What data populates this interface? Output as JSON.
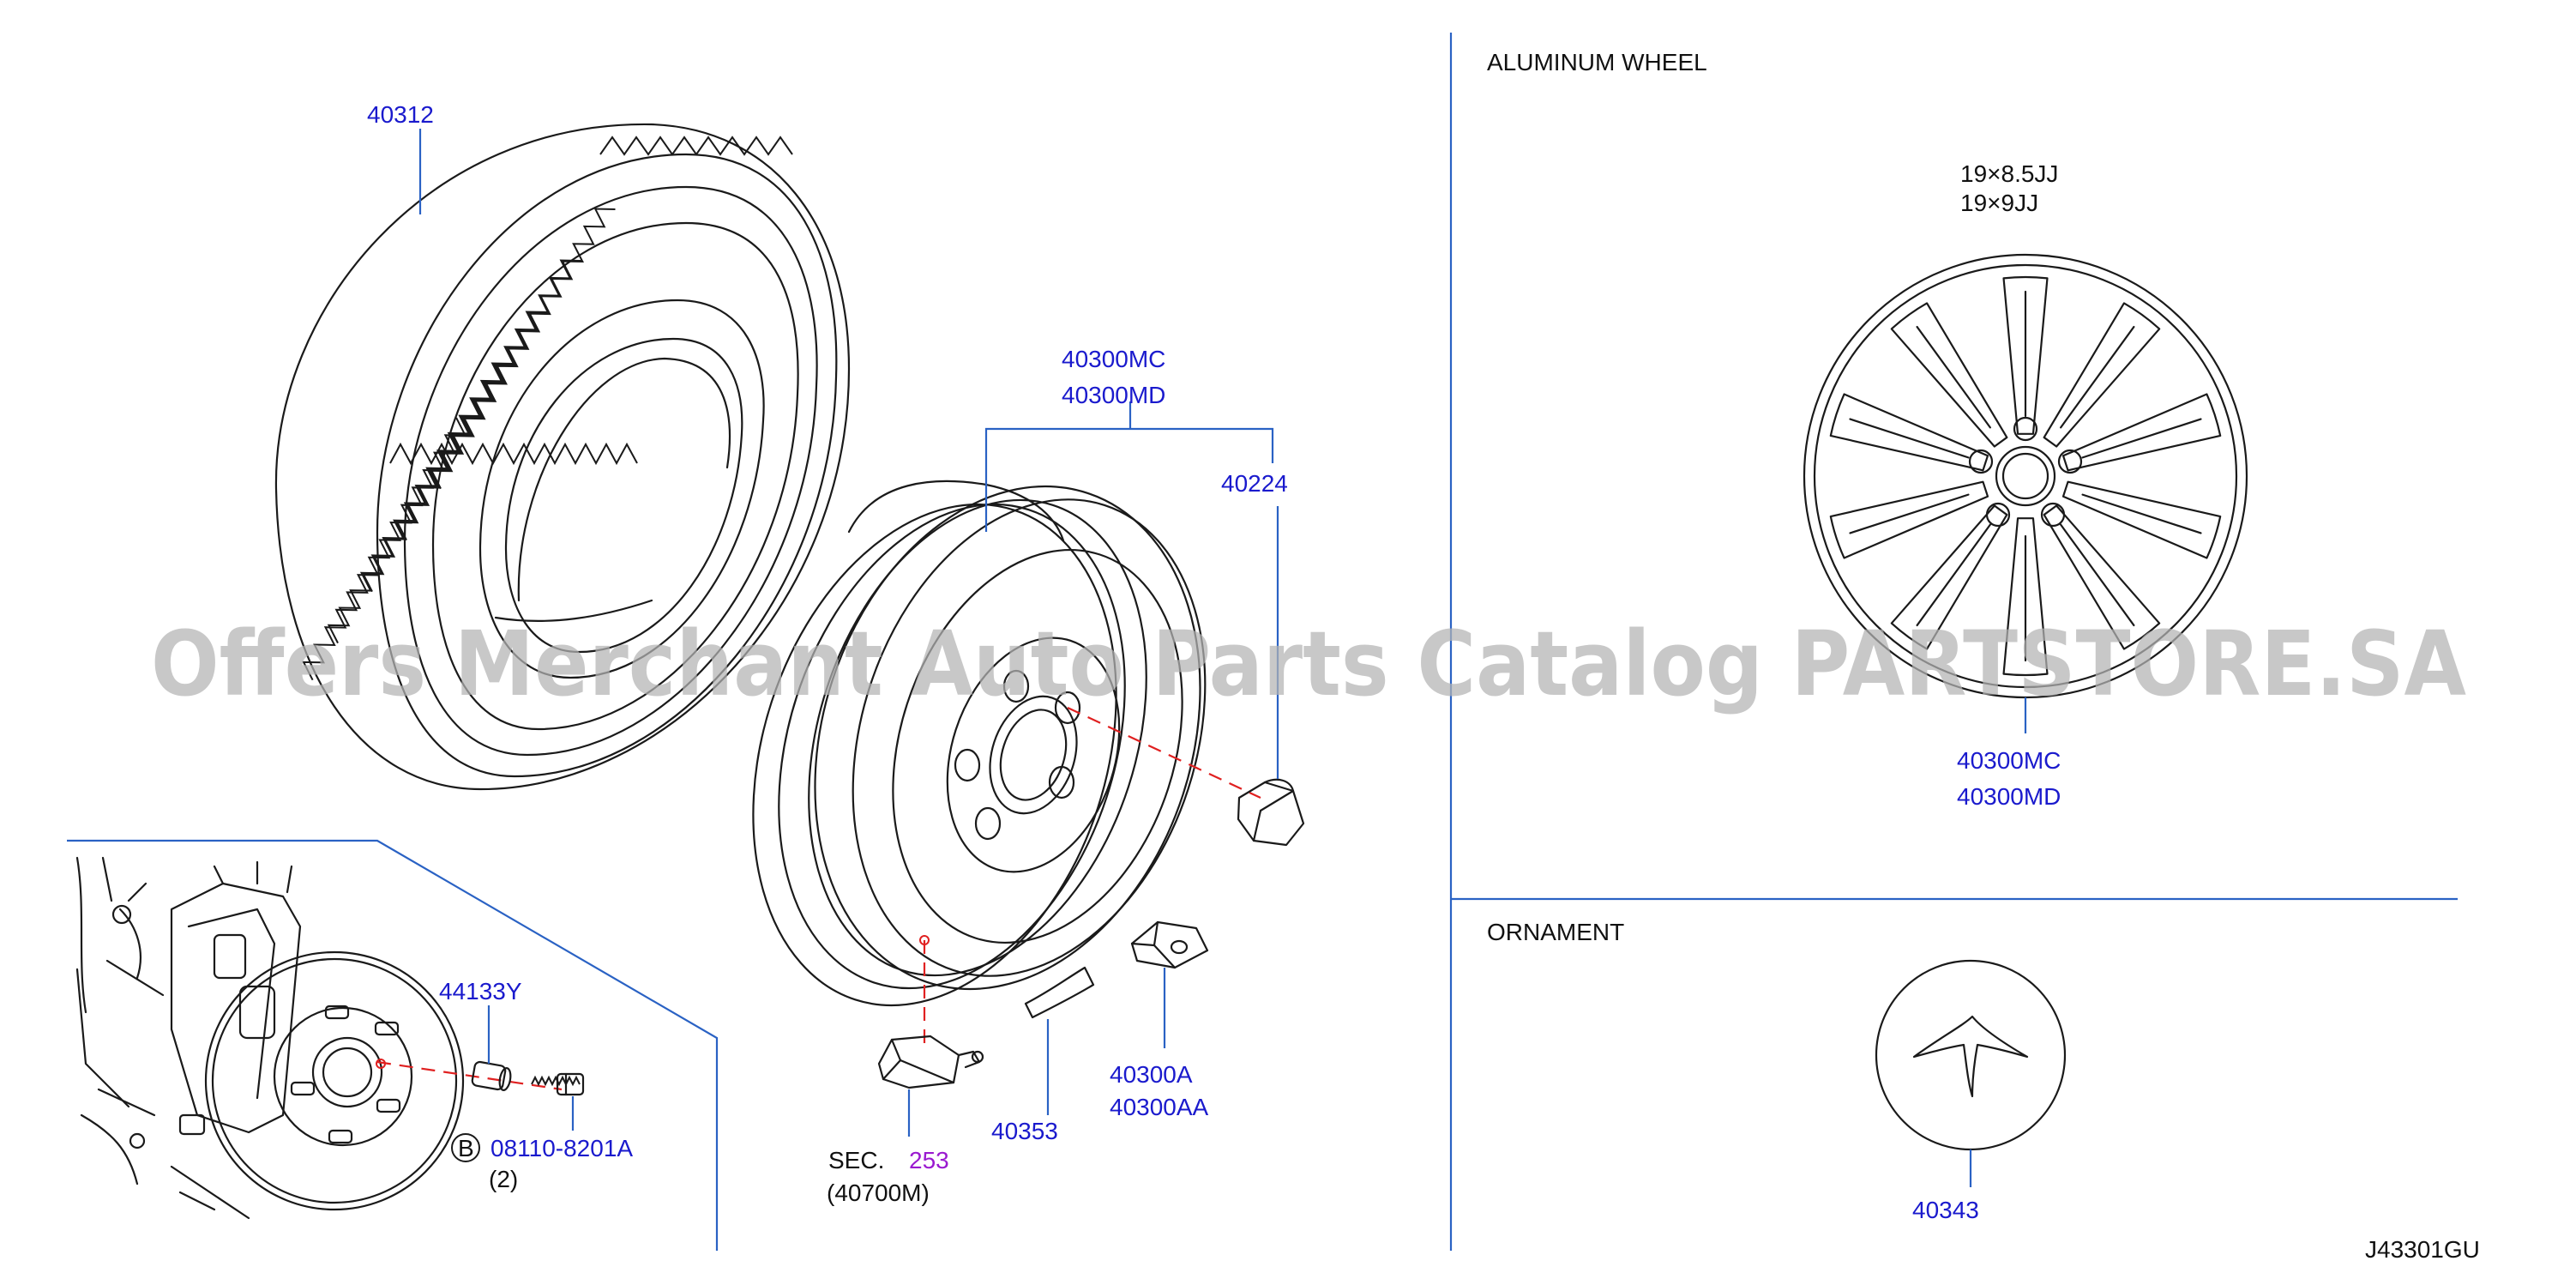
{
  "sections": {
    "aluminum_wheel": "ALUMINUM   WHEEL",
    "ornament": "ORNAMENT"
  },
  "wheel_sizes": [
    "19×8.5JJ",
    "19×9JJ"
  ],
  "parts": {
    "tire": "40312",
    "wheel_mc": "40300MC",
    "wheel_md": "40300MD",
    "nut": "40224",
    "balance_weight": "40353",
    "balance_weight_a": "40300A",
    "balance_weight_aa": "40300AA",
    "hub_bolt_spacer": "44133Y",
    "bolt": "08110-8201A",
    "bolt_qty": "(2)",
    "bolt_marker": "B",
    "alu_wheel_mc": "40300MC",
    "alu_wheel_md": "40300MD",
    "ornament": "40343"
  },
  "sensor": {
    "sec_prefix": "SEC.",
    "sec_number": "253",
    "sec_ref": "(40700M)"
  },
  "watermark": "Offers Merchant Auto Parts Catalog PARTSTORE.SA",
  "diagram_code": "J43301GU",
  "colors": {
    "label_blue": "#1a1acd",
    "section_purple": "#9a1ad0",
    "leader_blue": "#2a62c4",
    "dashed_red": "#e02020"
  }
}
